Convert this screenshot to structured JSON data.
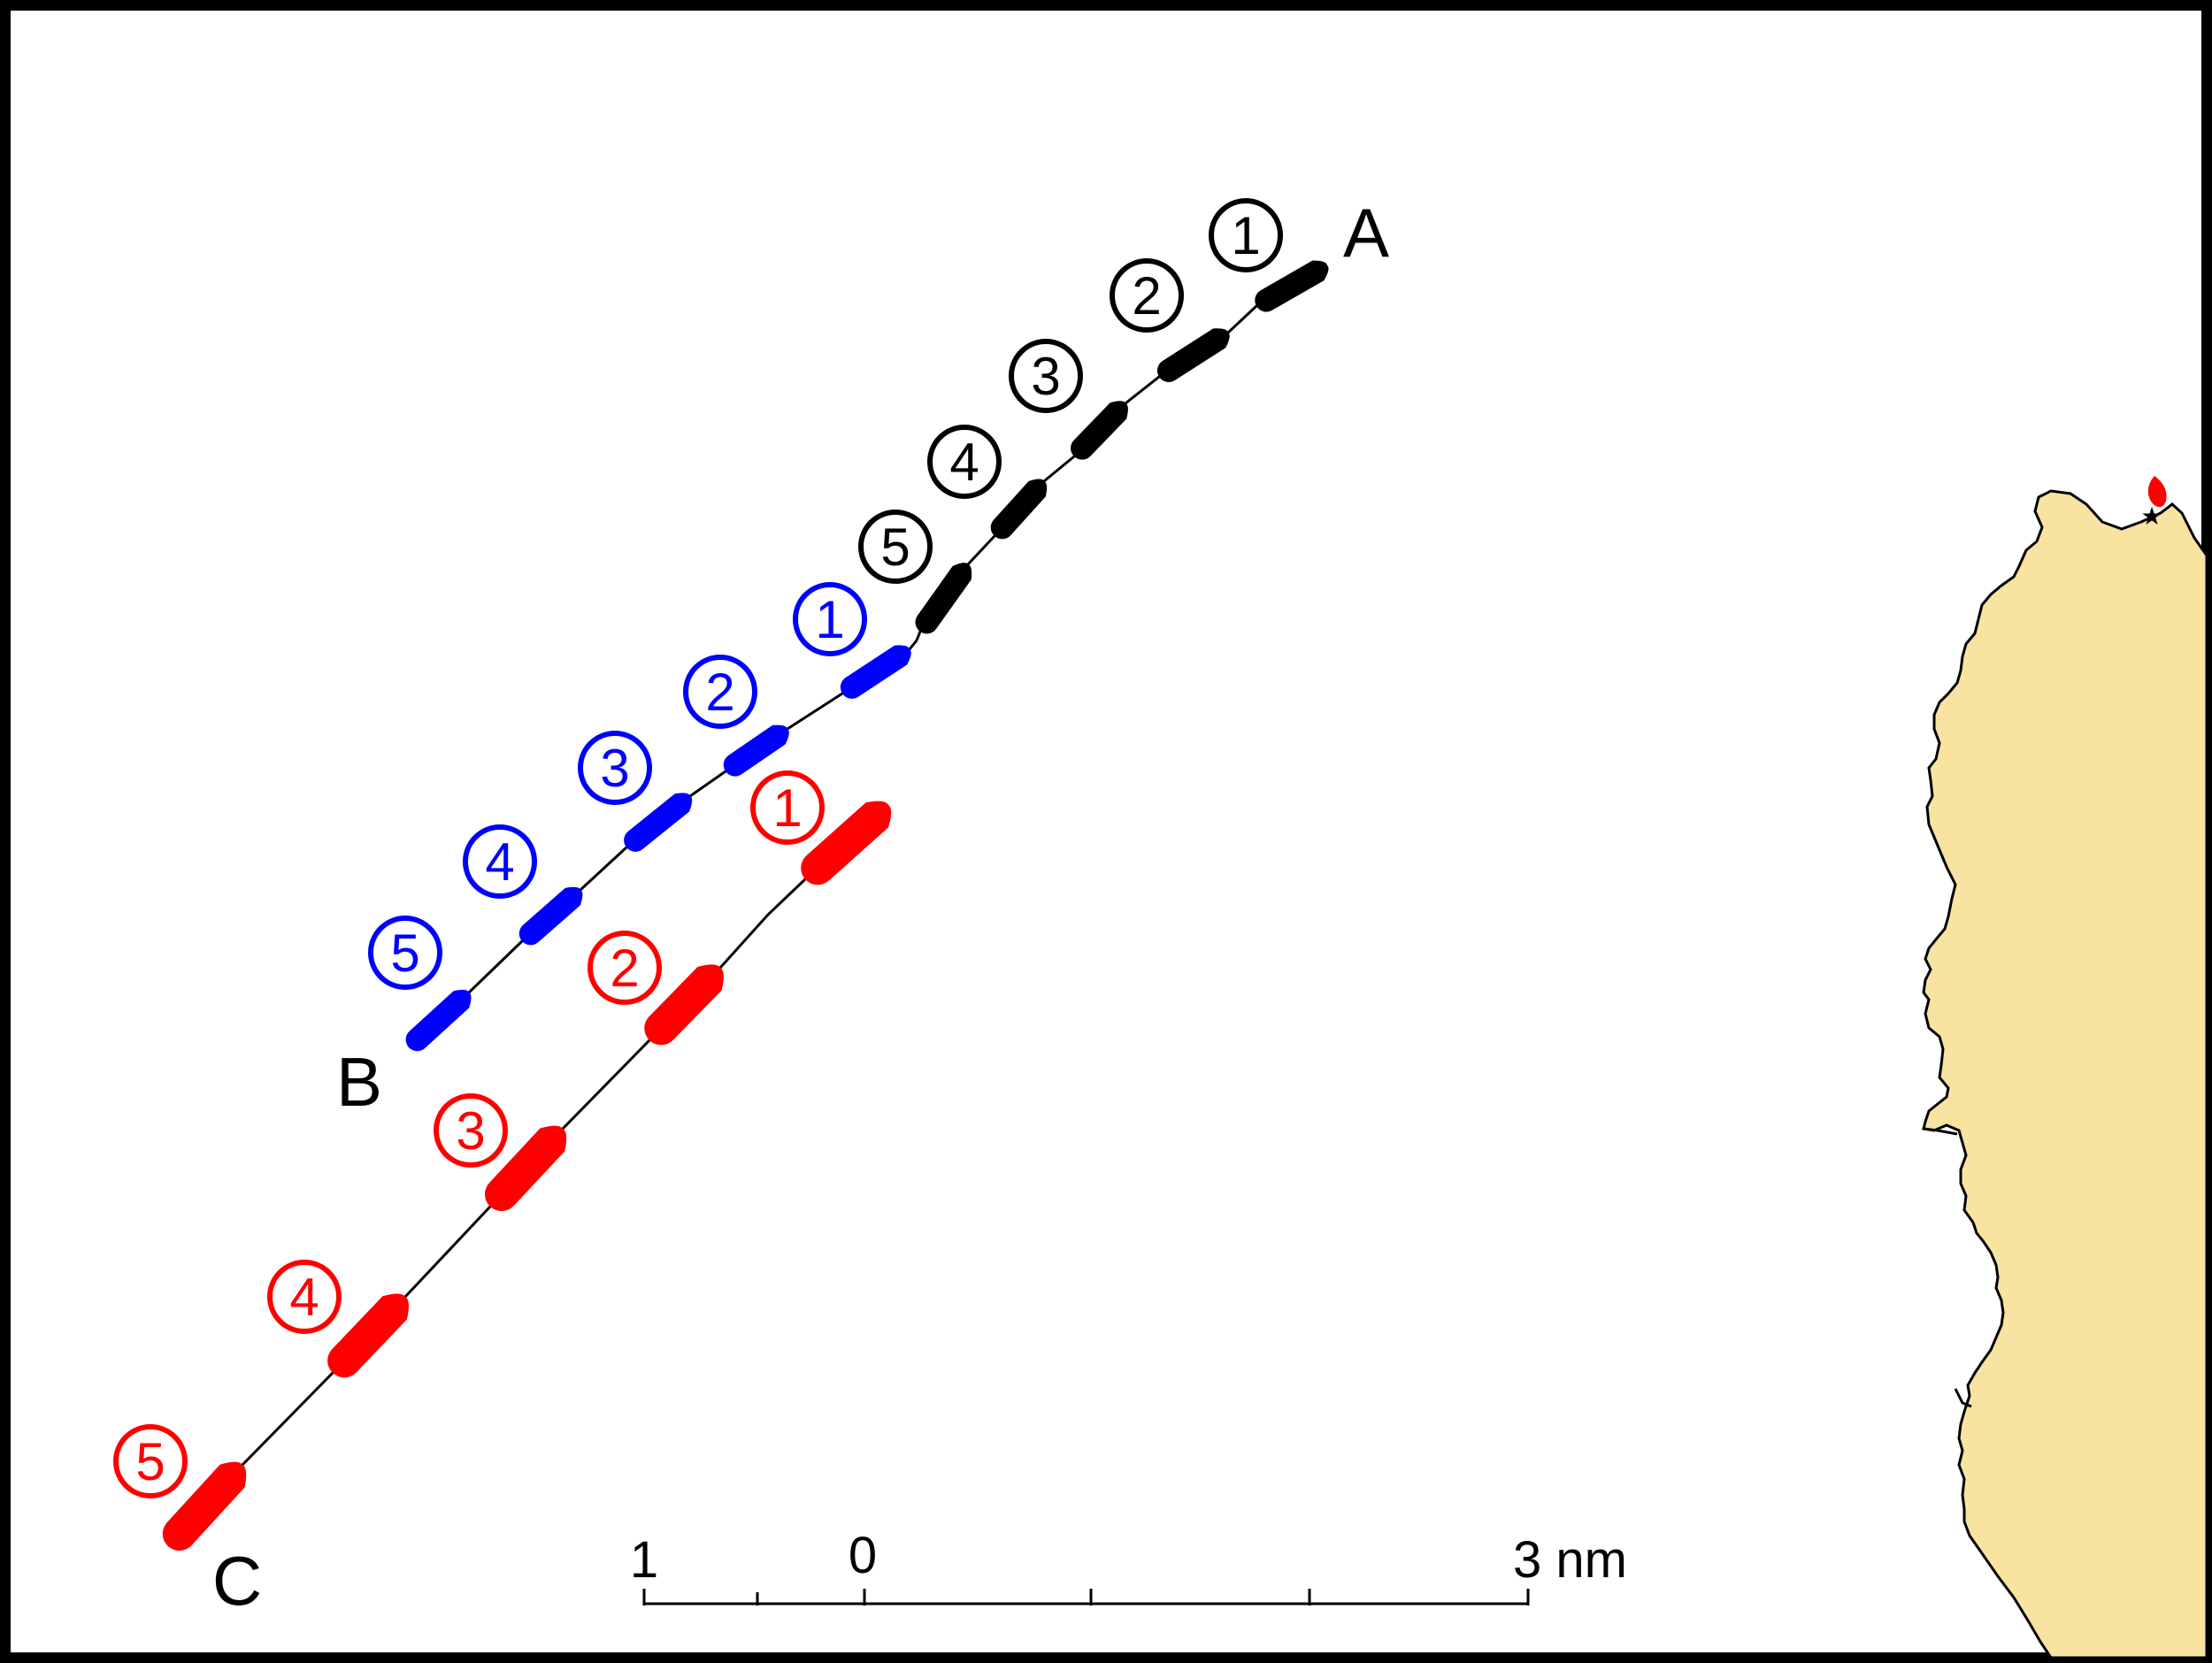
{
  "positions": {
    "A": "A",
    "B": "B",
    "C": "C"
  },
  "tracks": [
    {
      "id": "black",
      "color": "#000000",
      "labels": [
        "1",
        "2",
        "3",
        "4",
        "5"
      ]
    },
    {
      "id": "blue",
      "color": "#0000ff",
      "labels": [
        "1",
        "2",
        "3",
        "4",
        "5"
      ]
    },
    {
      "id": "red",
      "color": "#ff0000",
      "labels": [
        "1",
        "2",
        "3",
        "4",
        "5"
      ]
    }
  ],
  "scale_bar": {
    "label_left": "1",
    "label_zero": "0",
    "label_right": "3 nm"
  },
  "land_color": "#f8e3a1",
  "marker_color": "#ff0000",
  "frame_color": "#000000"
}
